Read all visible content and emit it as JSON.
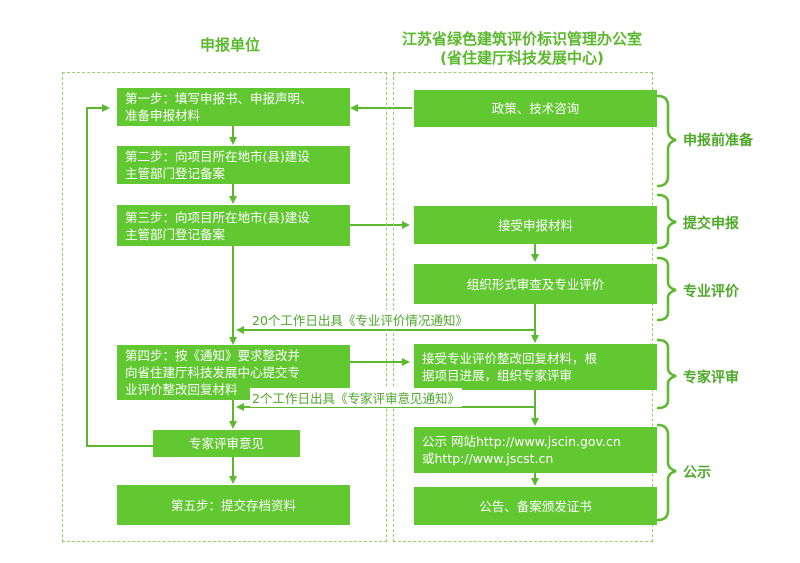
{
  "left_column": {
    "title": "申报单位"
  },
  "right_column": {
    "title_line1": "江苏省绿色建筑评价标识管理办公室",
    "title_line2": "(省住建厅科技发展中心)"
  },
  "left_steps": {
    "step1": [
      "第一步：填写申报书、申报声明、",
      "准备申报材料"
    ],
    "step2": [
      "第二步：向项目所在地市(县)建设",
      "主管部门登记备案"
    ],
    "step3": [
      "第三步：向项目所在地市(县)建设",
      "主管部门登记备案"
    ],
    "step4": [
      "第四步：按《通知》要求整改并",
      "向省住建厅科技发展中心提交专",
      "业评价整改回复材料"
    ],
    "expert_opinion": "专家评审意见",
    "step5": "第五步：提交存档资料"
  },
  "right_steps": {
    "consult": "政策、技术咨询",
    "receive": "接受申报材料",
    "review": "组织形式审查及专业评价",
    "expert": [
      "接受专业评价整改回复材料，根",
      "据项目进展，组织专家评审"
    ],
    "publicity": [
      "公示  网站http://www.jscin.gov.cn",
      "或http://www.jscst.cn"
    ],
    "certificate": "公告、备案颁发证书"
  },
  "notes": {
    "notice1": "20个工作日出具《专业评价情况通知》",
    "notice2": "2个工作日出具《专家评审意见通知》"
  },
  "phases": [
    "申报前准备",
    "提交申报",
    "专业评价",
    "专家评审",
    "公示"
  ],
  "colors": {
    "box": "#62c832",
    "line": "#5cb82e",
    "text": "#4fa82a"
  }
}
